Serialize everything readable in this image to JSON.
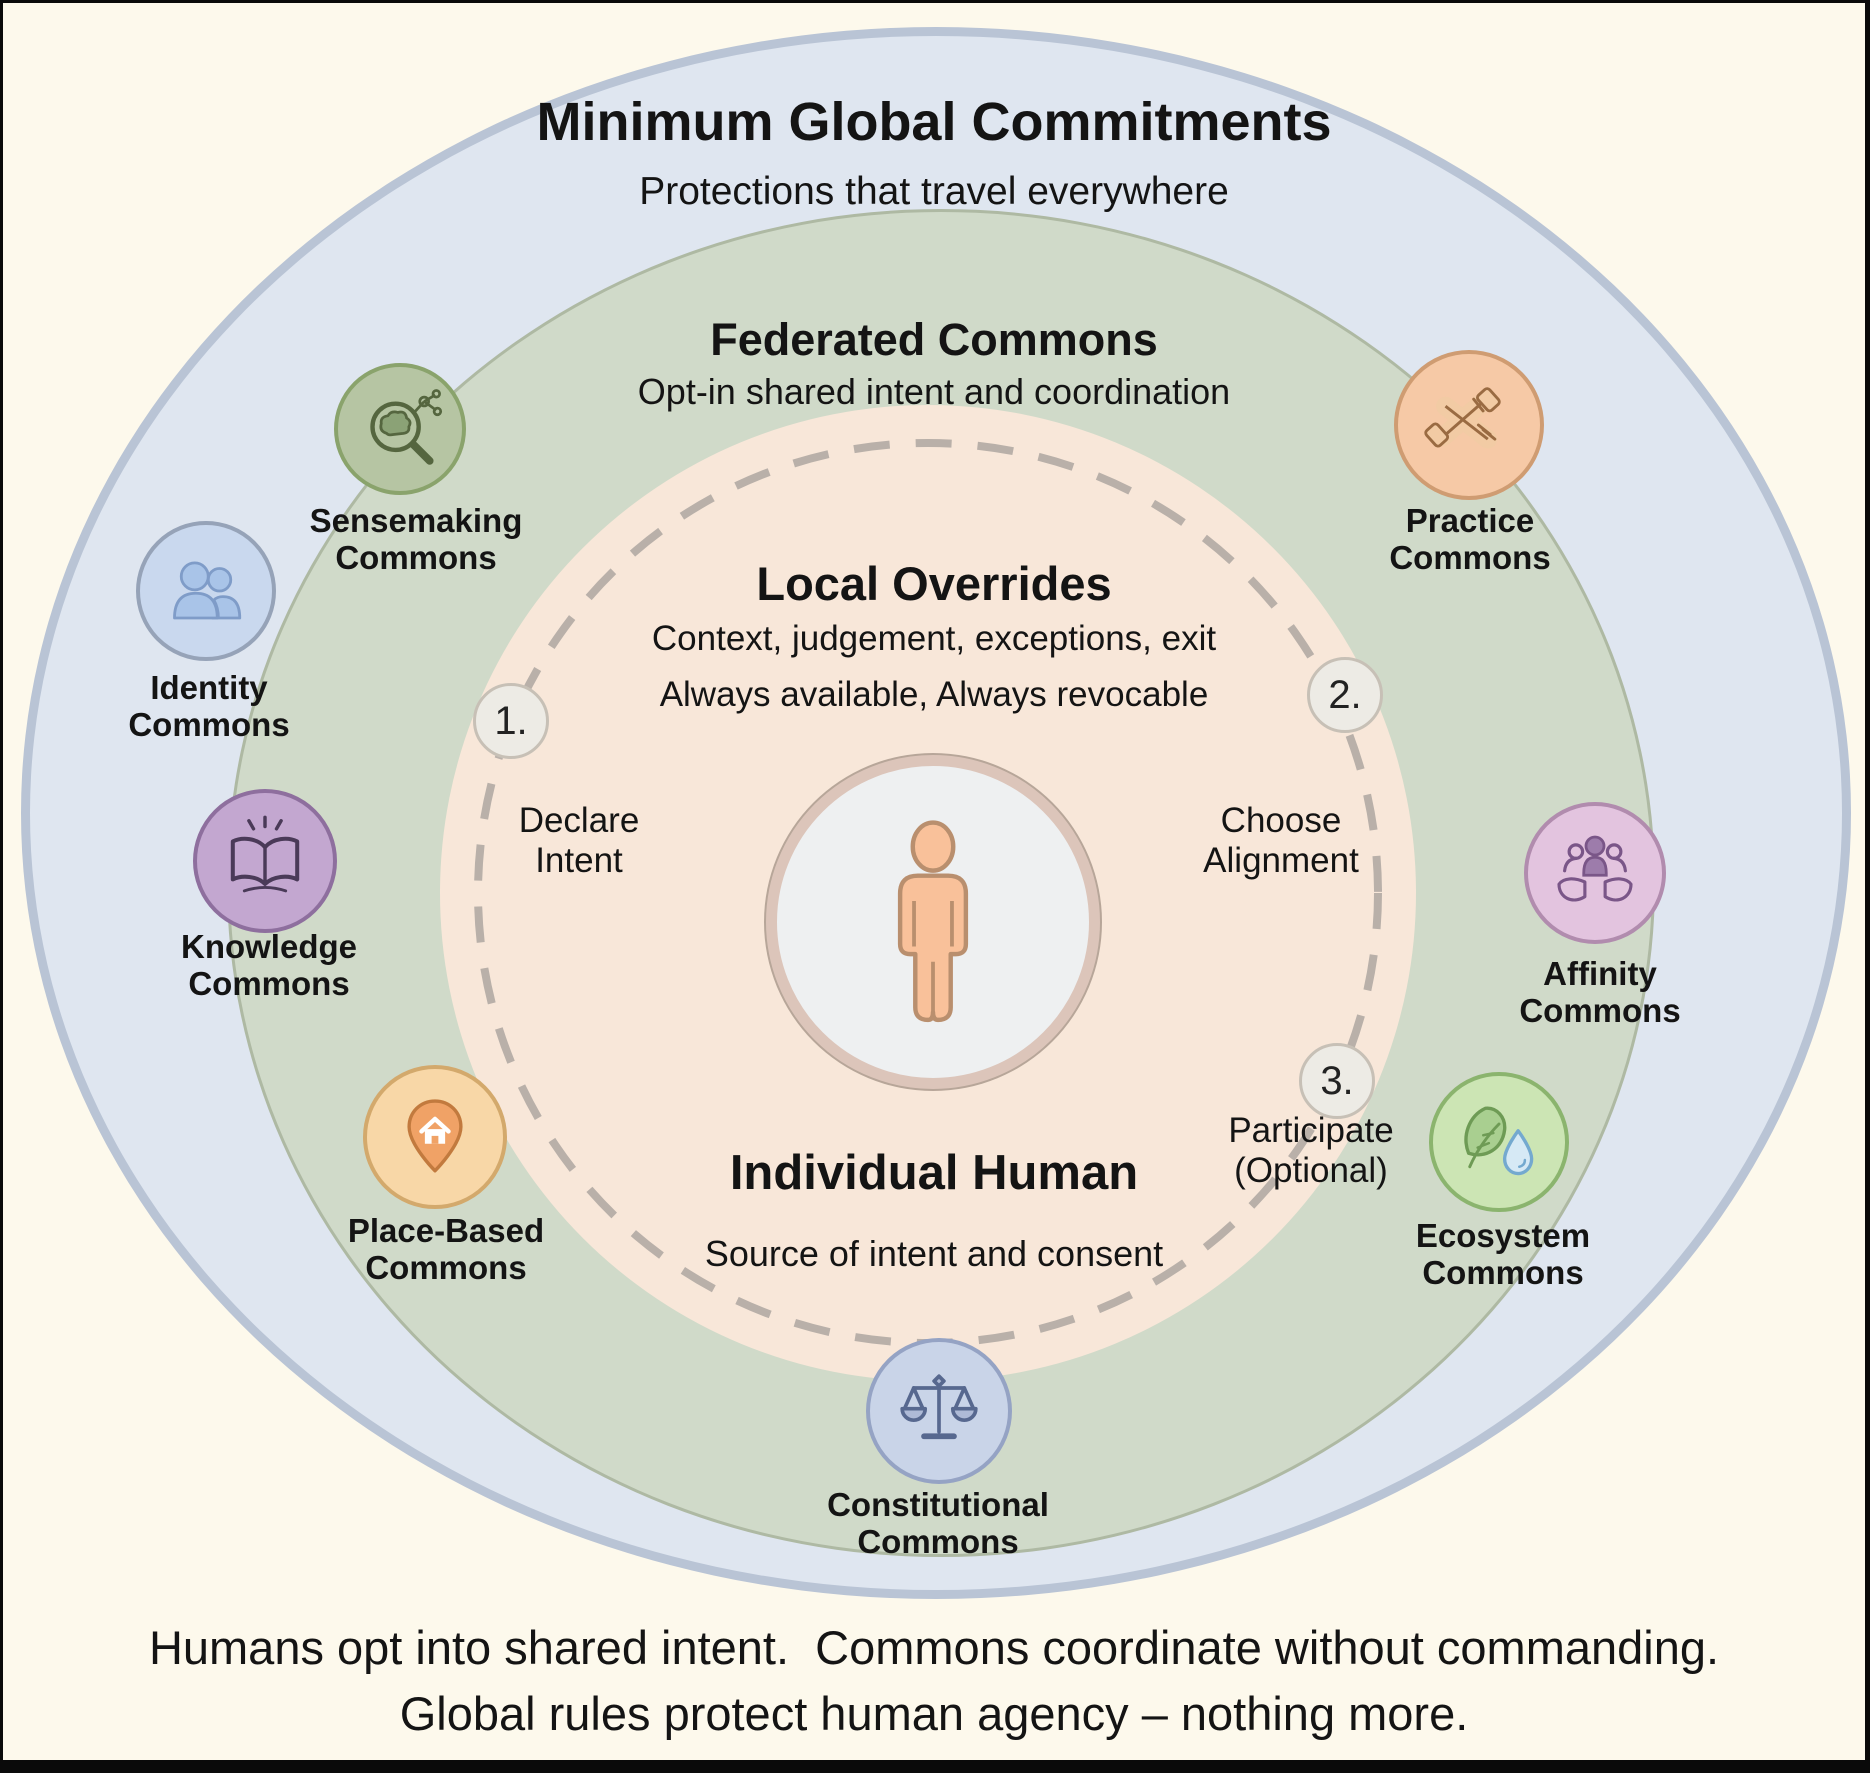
{
  "rings": {
    "global": {
      "title": "Minimum Global Commitments",
      "subtitle": "Protections that travel everywhere"
    },
    "federated": {
      "title": "Federated Commons",
      "subtitle": "Opt-in shared intent and coordination"
    },
    "local": {
      "title": "Local Overrides",
      "subtitle_line1": "Context, judgement, exceptions, exit",
      "subtitle_line2": "Always available, Always revocable"
    },
    "center": {
      "title": "Individual Human",
      "subtitle": "Source of intent and consent"
    }
  },
  "steps": [
    {
      "number": "1.",
      "label": "Declare\nIntent"
    },
    {
      "number": "2.",
      "label": "Choose\nAlignment"
    },
    {
      "number": "3.",
      "label": "Participate\n(Optional)"
    }
  ],
  "commons": [
    {
      "id": "sensemaking",
      "label": "Sensemaking\nCommons",
      "icon": "magnifier-brain-icon",
      "circle_fill": "#b6c5a3",
      "circle_border": "#8aa36c"
    },
    {
      "id": "identity",
      "label": "Identity\nCommons",
      "icon": "people-pair-icon",
      "circle_fill": "#c9d8ee",
      "circle_border": "#96a3b8"
    },
    {
      "id": "knowledge",
      "label": "Knowledge\nCommons",
      "icon": "open-book-icon",
      "circle_fill": "#c3a7d0",
      "circle_border": "#8e6f9e"
    },
    {
      "id": "place_based",
      "label": "Place-Based\nCommons",
      "icon": "map-pin-house-icon",
      "circle_fill": "#f8d7a7",
      "circle_border": "#d3a96c"
    },
    {
      "id": "practice",
      "label": "Practice\nCommons",
      "icon": "hands-together-icon",
      "circle_fill": "#f6c9a6",
      "circle_border": "#cf9c72"
    },
    {
      "id": "affinity",
      "label": "Affinity\nCommons",
      "icon": "community-care-icon",
      "circle_fill": "#e3c4df",
      "circle_border": "#b18cae"
    },
    {
      "id": "ecosystem",
      "label": "Ecosystem\nCommons",
      "icon": "leaf-droplet-icon",
      "circle_fill": "#cce5b4",
      "circle_border": "#8bb46e"
    },
    {
      "id": "constitutional",
      "label": "Constitutional\nCommons",
      "icon": "scales-icon",
      "circle_fill": "#c9d4e8",
      "circle_border": "#95a3c4"
    }
  ],
  "caption": {
    "line1": "Humans opt into shared intent.  Commons coordinate without commanding.",
    "line2": "Global rules protect human agency – nothing more."
  },
  "colors": {
    "background": "#fdf9ec",
    "frame": "#0a0a0a",
    "global_ring_fill": "#dfe6f0",
    "global_ring_border": "#b9c4d5",
    "federated_ring_fill": "#d0dac9",
    "local_zone_fill": "#f8e7d9",
    "dashed_ring": "#b9b0a9",
    "center_circle_fill": "#eef0f1",
    "center_circle_ring": "#dcc5ba",
    "person_fill": "#f9c19a",
    "step_badge_fill": "#edebe5",
    "text": "#141414"
  }
}
